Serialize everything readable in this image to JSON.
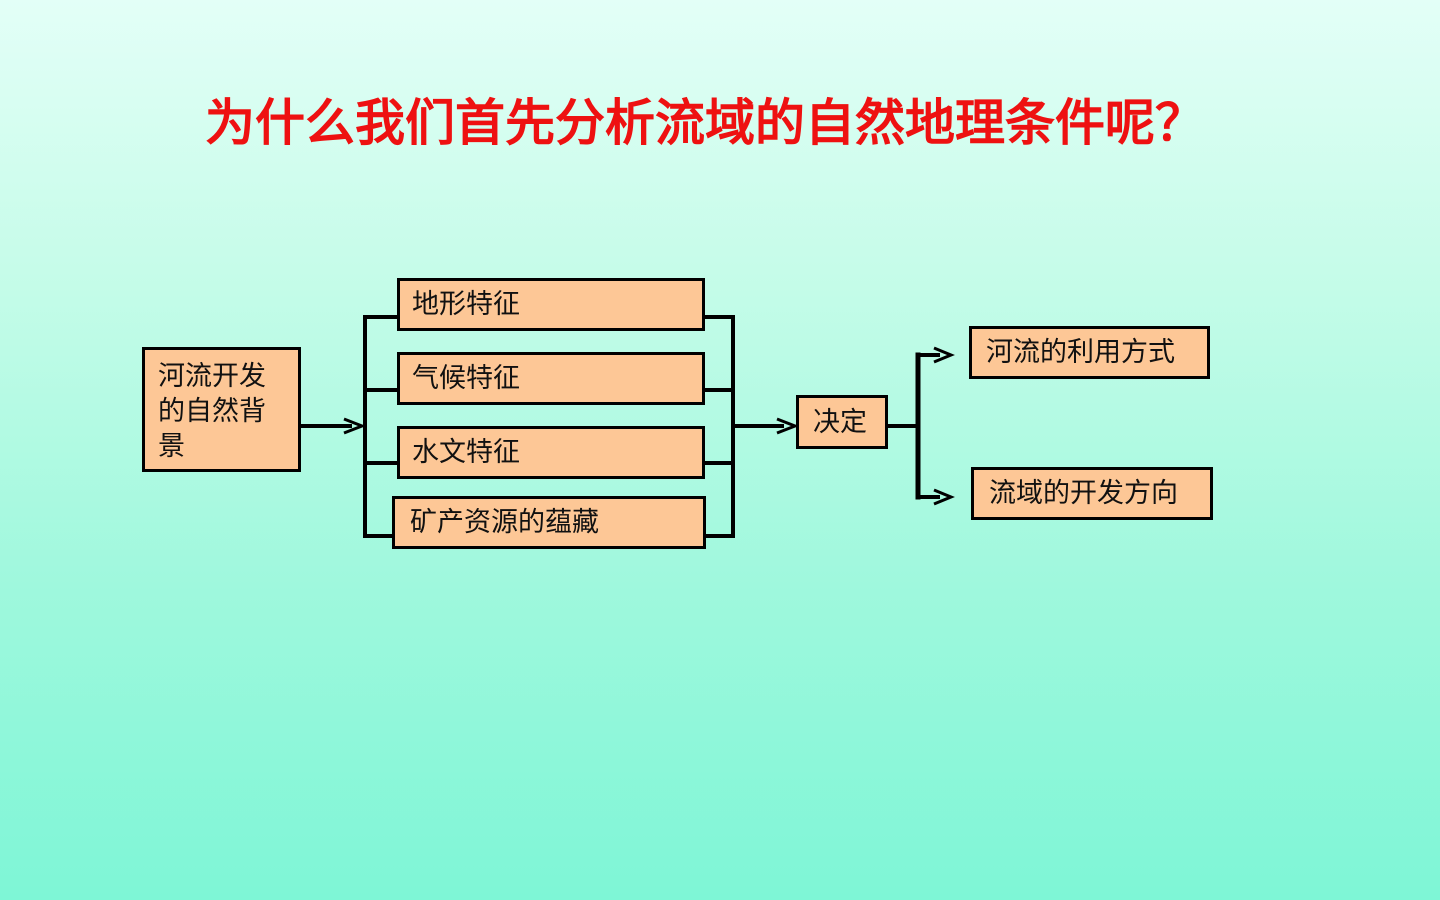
{
  "title": "为什么我们首先分析流域的自然地理条件呢？",
  "diagram": {
    "source": {
      "label": "河流开发的自然背景"
    },
    "factors": [
      {
        "label": "地形特征"
      },
      {
        "label": "气候特征"
      },
      {
        "label": "水文特征"
      },
      {
        "label": "矿产资源的蕴藏"
      }
    ],
    "decision": {
      "label": "决定"
    },
    "outcomes": [
      {
        "label": "河流的利用方式"
      },
      {
        "label": "流域的开发方向"
      }
    ]
  },
  "colors": {
    "title": "#ee1111",
    "box_fill": "#fdc796",
    "box_border": "#000000",
    "background_top": "#e3fff7",
    "background_bottom": "#7ef6d6"
  }
}
